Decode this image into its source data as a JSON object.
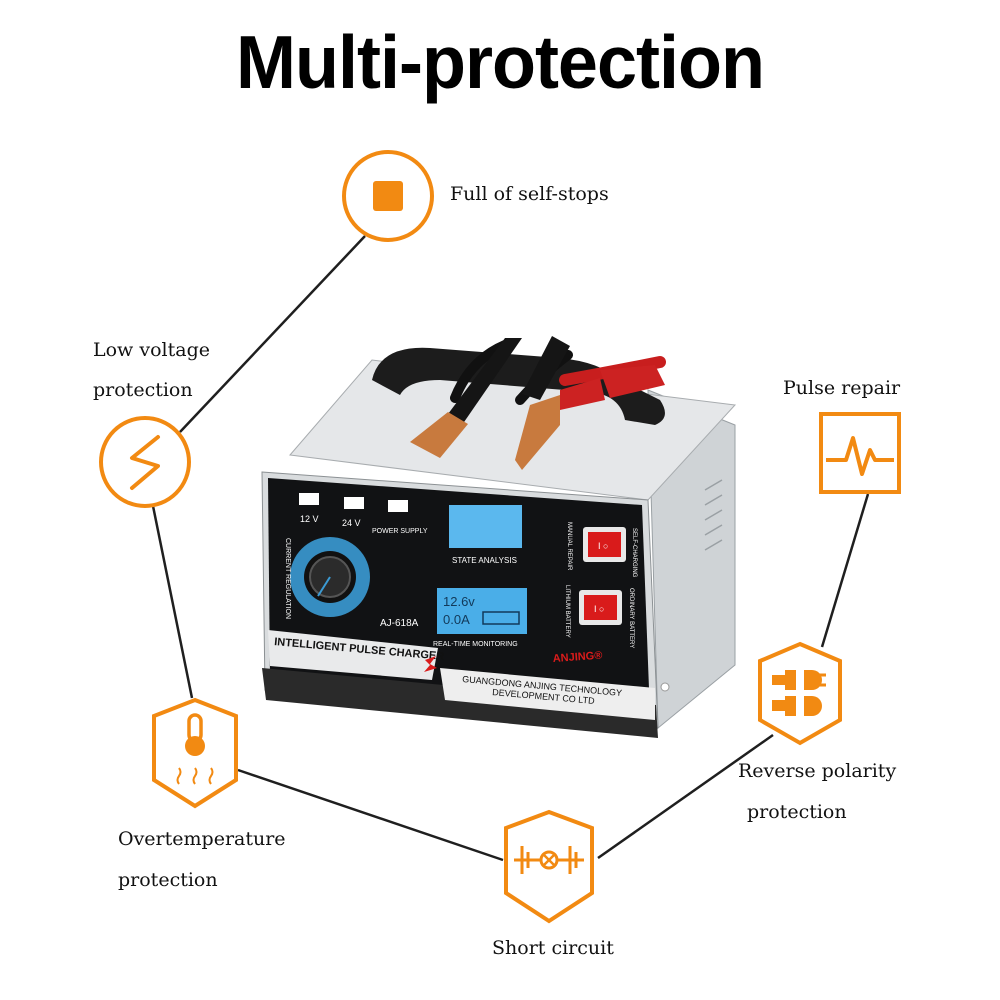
{
  "title": "Multi-protection",
  "features": {
    "self_stop": "Full of self-stops",
    "low_voltage_1": "Low voltage",
    "low_voltage_2": "protection",
    "pulse_repair": "Pulse repair",
    "reverse_polarity_1": "Reverse polarity",
    "reverse_polarity_2": "protection",
    "overtemperature_1": "Overtemperature",
    "overtemperature_2": "protection",
    "short_circuit": "Short circuit"
  },
  "device": {
    "led_12v": "12 V",
    "led_24v": "24 V",
    "led_power": "POWER SUPPLY",
    "current_regulation": "CURRENT REGULATION",
    "model": "AJ-618A",
    "state_analysis": "STATE ANALYSIS",
    "lcd_voltage": "12.6v",
    "lcd_current": "0.0A",
    "realtime_monitoring": "REAL-TIME MONITORING",
    "product_name": "INTELLIGENT PULSE CHARGER",
    "brand": "ANJING®",
    "company_1": "GUANGDONG ANJING TECHNOLOGY",
    "company_2": "DEVELOPMENT CO LTD",
    "switch1_left": "MANUAL REPAIR",
    "switch1_right": "SELF-CHARGING",
    "switch2_left": "LITHIUM BATTERY",
    "switch2_right": "ORDINARY BATTERY"
  },
  "colors": {
    "accent": "#f28a12",
    "line": "#1a1a1a"
  }
}
